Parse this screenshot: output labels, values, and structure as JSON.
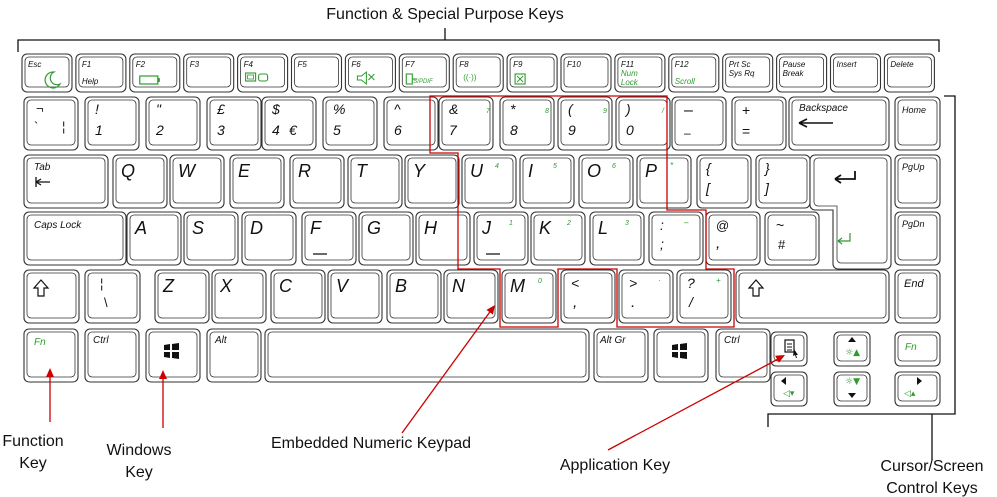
{
  "labels": {
    "top": "Function & Special Purpose Keys",
    "function_key": [
      "Function",
      "Key"
    ],
    "windows_key": [
      "Windows",
      "Key"
    ],
    "numpad": "Embedded Numeric Keypad",
    "app_key": "Application Key",
    "cursor": [
      "Cursor/Screen",
      "Control Keys"
    ]
  },
  "keys": {
    "esc": "Esc",
    "f1": "F1",
    "help": "Help",
    "f2": "F2",
    "f3": "F3",
    "f4": "F4",
    "f5": "F5",
    "f6": "F6",
    "f7": "F7",
    "spdif": "S/PDIF",
    "f8": "F8",
    "f9": "F9",
    "f10": "F10",
    "f11": "F11",
    "num": "Num",
    "lock": "Lock",
    "f12": "F12",
    "scroll": "Scroll",
    "prtsc": "Prt Sc",
    "sysrq": "Sys Rq",
    "pause": "Pause",
    "break": "Break",
    "insert": "Insert",
    "delete": "Delete",
    "n1a": "!",
    "n1b": "1",
    "n2a": "\"",
    "n2b": "2",
    "n3a": "£",
    "n3b": "3",
    "n4a": "$",
    "n4b": "4",
    "n4c": "€",
    "n5a": "%",
    "n5b": "5",
    "n6a": "^",
    "n6b": "6",
    "n7a": "&",
    "n7b": "7",
    "n8a": "*",
    "n8b": "8",
    "n9a": "(",
    "n9b": "9",
    "n0a": ")",
    "n0b": "0",
    "slash": "/",
    "star": "*",
    "minus": "–",
    "plus": "+",
    "plus_top": "+",
    "equals": "=",
    "backspace": "Backspace",
    "home": "Home",
    "tab": "Tab",
    "q": "Q",
    "w": "W",
    "e": "E",
    "r": "R",
    "t": "T",
    "y": "Y",
    "u": "U",
    "i": "I",
    "o": "O",
    "p": "P",
    "u_num": "4",
    "i_num": "5",
    "o_num": "6",
    "lbrace": "{",
    "lbracket": "[",
    "rbrace": "}",
    "rbracket": "]",
    "pgup": "PgUp",
    "capslock": "Caps Lock",
    "a": "A",
    "s": "S",
    "d": "D",
    "f": "F",
    "g": "G",
    "h": "H",
    "j": "J",
    "k": "K",
    "l": "L",
    "j_num": "1",
    "k_num": "2",
    "l_num": "3",
    "colon": ":",
    "semicolon": ";",
    "at": "@",
    "apos": ",",
    "tilde": "~",
    "hash": "#",
    "pgdn": "PgDn",
    "pipe": "¦",
    "backslash": "\\",
    "z": "Z",
    "x": "X",
    "c": "C",
    "v": "V",
    "b": "B",
    "n": "N",
    "m": "M",
    "m_num": "0",
    "lt": "<",
    "comma": ",",
    "gt": ">",
    "period": ".",
    "dot": "·",
    "question": "?",
    "slash2": "/",
    "end": "End",
    "fn": "Fn",
    "ctrl": "Ctrl",
    "alt": "Alt",
    "altgr": "Alt Gr",
    "notsign": "¬",
    "backtick": "`",
    "bar": "¦"
  },
  "colors": {
    "outline": "#333333",
    "highlight": "#cc0000",
    "secondary": "#2e9b2e",
    "text": "#111111"
  },
  "icons": [
    "moon-icon",
    "battery-icon",
    "display-switch-icon",
    "mute-icon",
    "spdif-icon",
    "wireless-icon",
    "touchpad-icon",
    "windows-logo-icon",
    "application-key-icon",
    "brightness-up-icon",
    "brightness-down-icon",
    "volume-down-icon",
    "volume-up-icon",
    "arrow-up-icon",
    "arrow-down-icon",
    "arrow-left-icon",
    "arrow-right-icon",
    "shift-arrow-icon",
    "tab-arrow-icon",
    "enter-arrow-icon",
    "backspace-arrow-icon"
  ]
}
